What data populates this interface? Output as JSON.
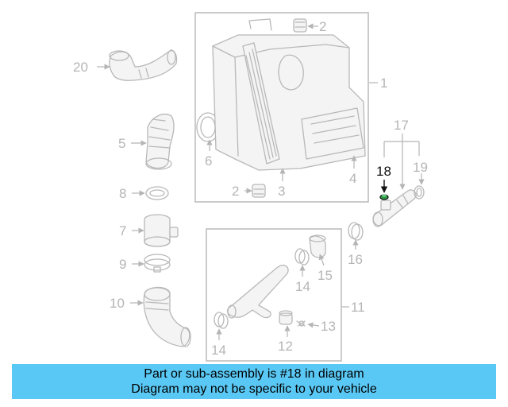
{
  "diagram": {
    "callouts": {
      "p1": "1",
      "p2a": "2",
      "p2b": "2",
      "p3": "3",
      "p4": "4",
      "p5": "5",
      "p6": "6",
      "p7": "7",
      "p8": "8",
      "p9": "9",
      "p10": "10",
      "p11": "11",
      "p12": "12",
      "p13": "13",
      "p14a": "14",
      "p14b": "14",
      "p15": "15",
      "p16": "16",
      "p17": "17",
      "p18": "18",
      "p19": "19",
      "p20": "20"
    },
    "highlighted_part": "18",
    "colors": {
      "highlight": "#111111",
      "line": "#b5b5b5",
      "banner": "#5ac8f5"
    }
  },
  "banner": {
    "line1": "Part or sub-assembly is #18 in diagram",
    "line2": "Diagram may not be specific to your vehicle"
  }
}
